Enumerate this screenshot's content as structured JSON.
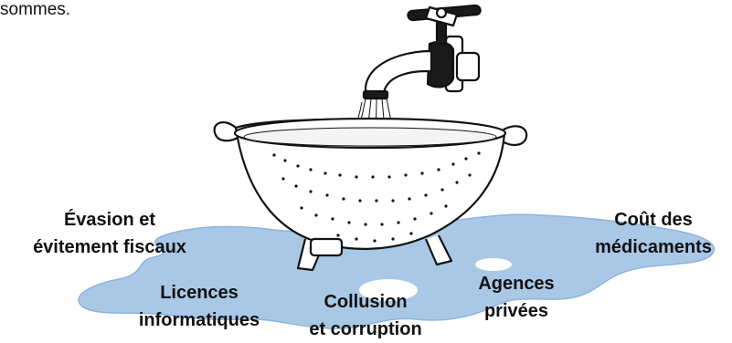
{
  "intro_fragment": "sommes.",
  "labels": {
    "tax_evasion": {
      "line1": "Évasion et",
      "line2": "évitement fiscaux"
    },
    "software_licences": {
      "line1": "Licences",
      "line2": "informatiques"
    },
    "collusion": {
      "line1": "Collusion",
      "line2": "et corruption"
    },
    "private_agencies": {
      "line1": "Agences",
      "line2": "privées"
    },
    "drug_costs": {
      "line1": "Coût des",
      "line2": "médicaments"
    }
  },
  "colors": {
    "water": "#a9c8e6",
    "water_edge": "#8db4dc",
    "ink": "#111111",
    "background": "#ffffff"
  },
  "icons": [
    "faucet-icon",
    "colander-icon",
    "water-stream-icon",
    "water-puddle-icon"
  ]
}
